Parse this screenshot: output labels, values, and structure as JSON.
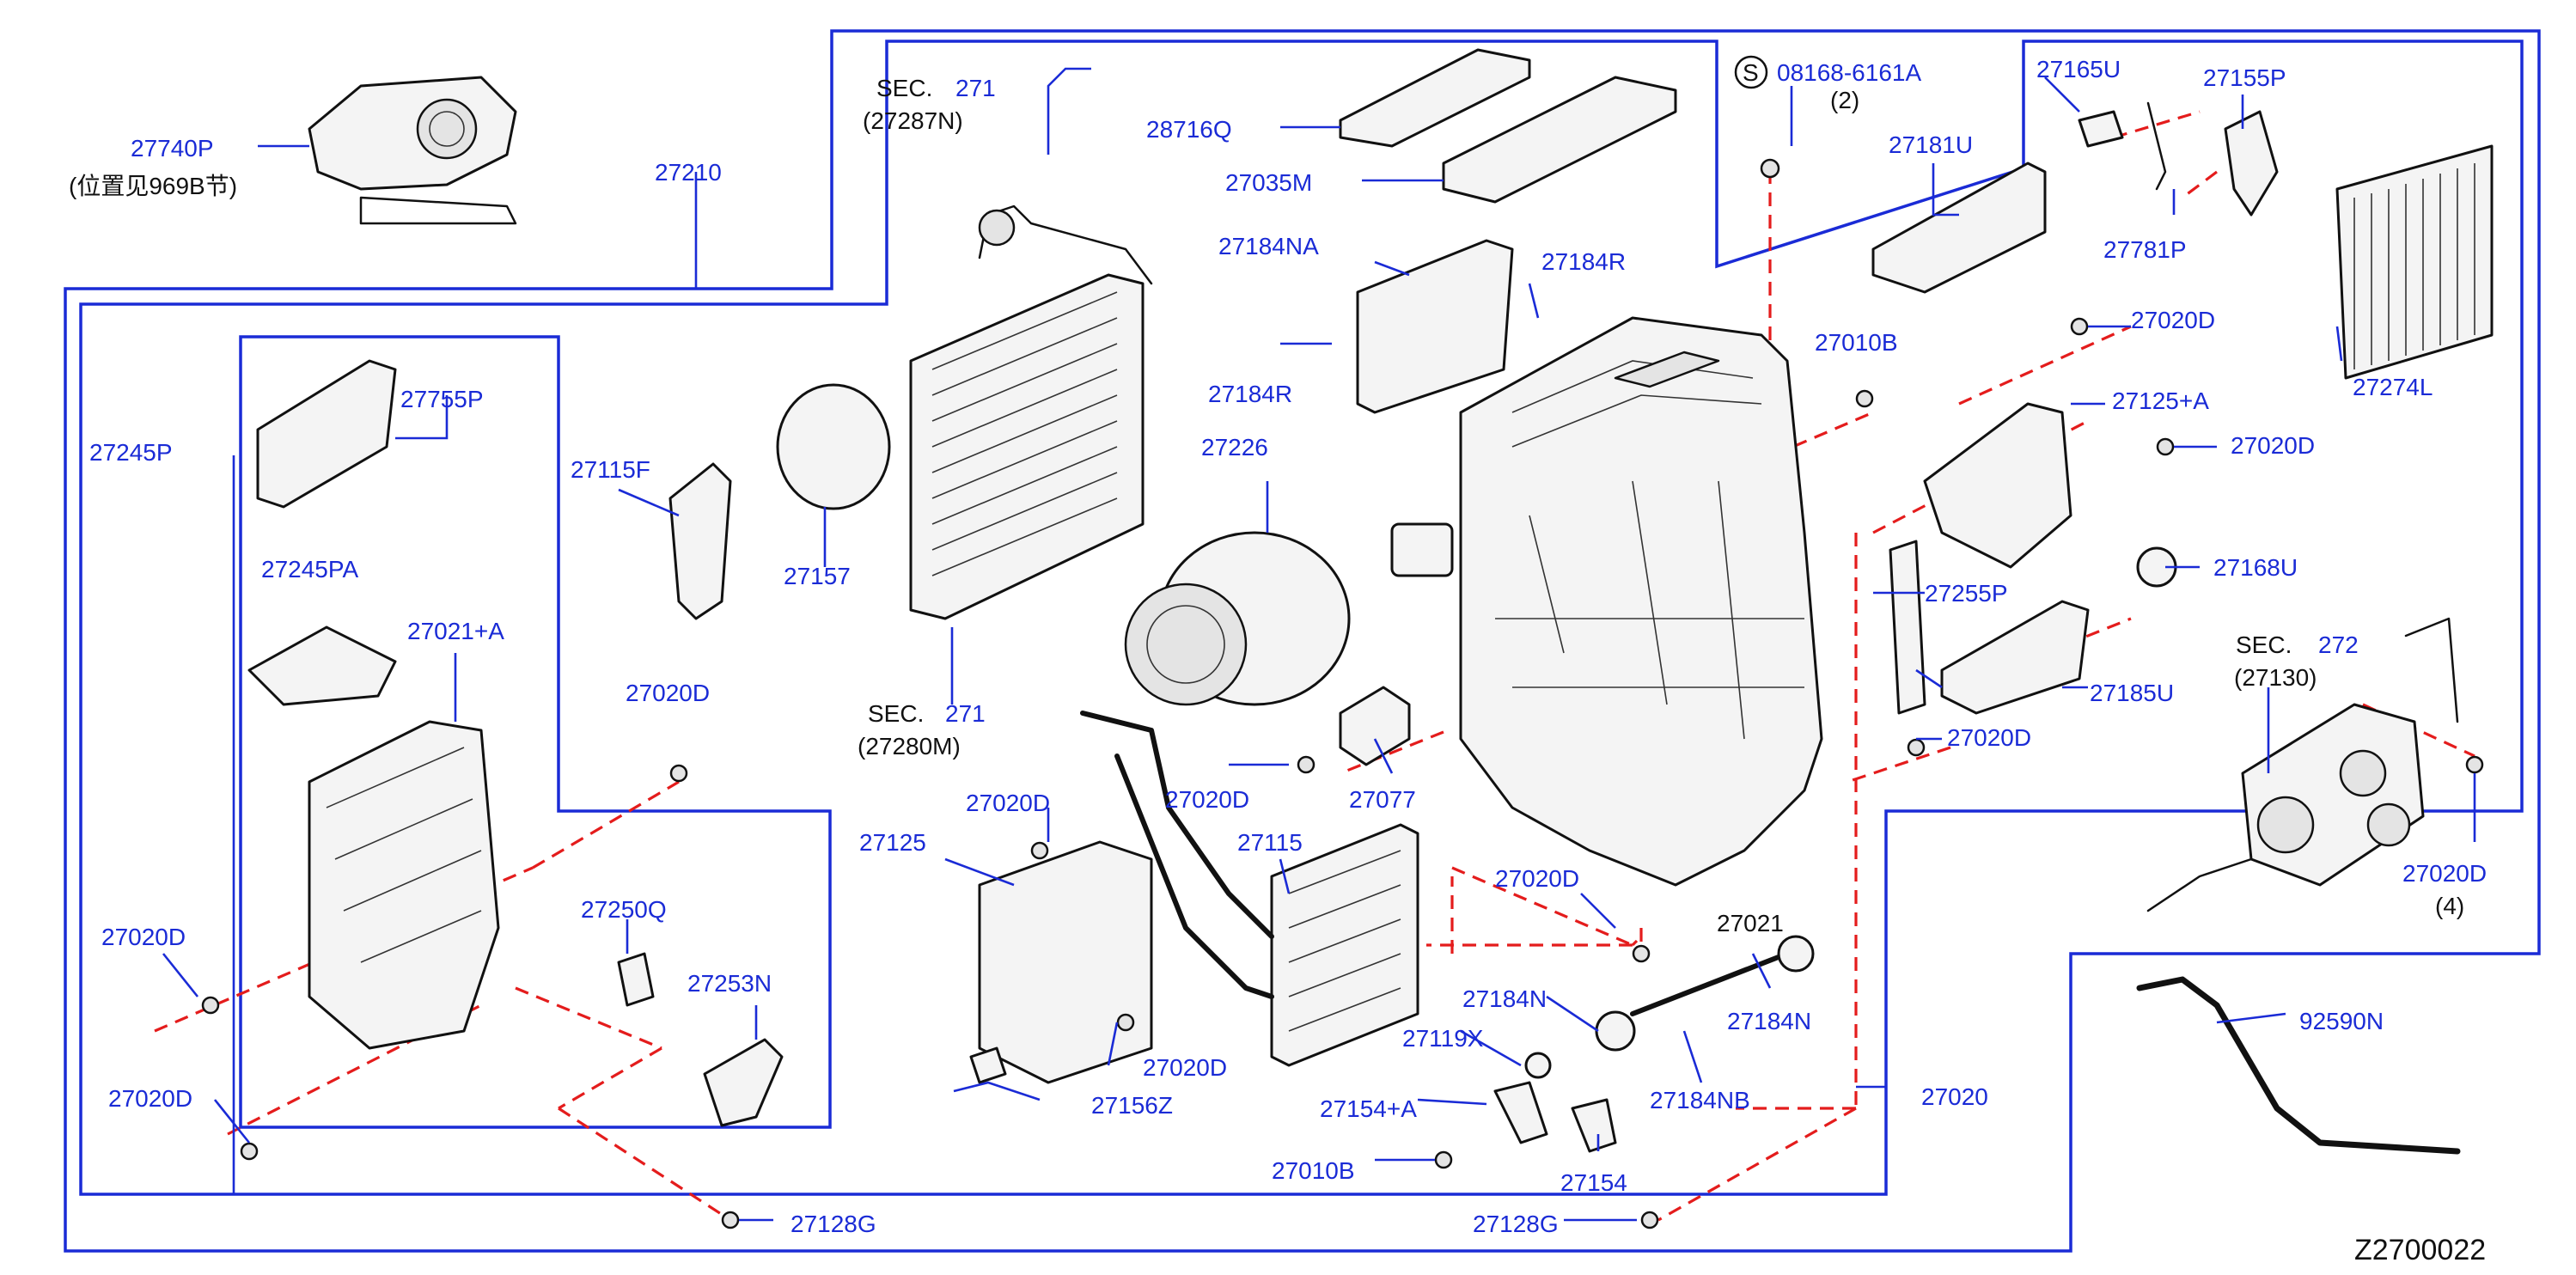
{
  "diagram_code": "Z2700022",
  "colors": {
    "label": "#1a2bd6",
    "frame": "#1a2bd6",
    "dashed_guide": "#e41c1c",
    "outline": "#111111",
    "background": "#ffffff"
  },
  "labels": {
    "p27740P": "27740P",
    "note_969B": "(位置见969B节)",
    "p27210": "27210",
    "sec_271_top_prefix": "SEC.",
    "sec_271_top_num": "271",
    "sec_271_top_ref": "(27287N)",
    "p28716Q": "28716Q",
    "p27035M": "27035M",
    "s_mark": "S",
    "p08168": "08168-6161A",
    "qty_2": "(2)",
    "p27165U": "27165U",
    "p27155P": "27155P",
    "p27181U": "27181U",
    "p27781P": "27781P",
    "p27274L": "27274L",
    "p27184NA": "27184NA",
    "p27184R_a": "27184R",
    "p27184R_b": "27184R",
    "p27010B_a": "27010B",
    "p27020D_r1": "27020D",
    "p27125A_r": "27125+A",
    "p27020D_r2": "27020D",
    "p27245P": "27245P",
    "p27755P": "27755P",
    "p27115F": "27115F",
    "p27157": "27157",
    "p27226": "27226",
    "p27255P": "27255P",
    "p27168U": "27168U",
    "p27245PA": "27245PA",
    "p27021A": "27021+A",
    "p27020D_l1": "27020D",
    "sec_271_bot_prefix": "SEC.",
    "sec_271_bot_num": "271",
    "sec_271_bot_ref": "(27280M)",
    "p27185U": "27185U",
    "sec_272_prefix": "SEC.",
    "sec_272_num": "272",
    "sec_272_ref": "(27130)",
    "p27020D_m1": "27020D",
    "p27077": "27077",
    "p27020D_m2": "27020D",
    "p27125": "27125",
    "p27020D_c1": "27020D",
    "p27115": "27115",
    "p27020D_rc": "27020D",
    "p27020D_rr": "27020D",
    "qty_4": "(4)",
    "p27020D_l2": "27020D",
    "p27250Q": "27250Q",
    "p27253N": "27253N",
    "p27021": "27021",
    "p27184N_a": "27184N",
    "p27184N_b": "27184N",
    "p92590N": "92590N",
    "p27119X": "27119X",
    "p27020D_c2": "27020D",
    "p27020D_l3": "27020D",
    "p27156Z": "27156Z",
    "p27184NB": "27184NB",
    "p27020": "27020",
    "p27154A": "27154+A",
    "p27010B_b": "27010B",
    "p27154": "27154",
    "p27128G_a": "27128G",
    "p27128G_b": "27128G"
  }
}
